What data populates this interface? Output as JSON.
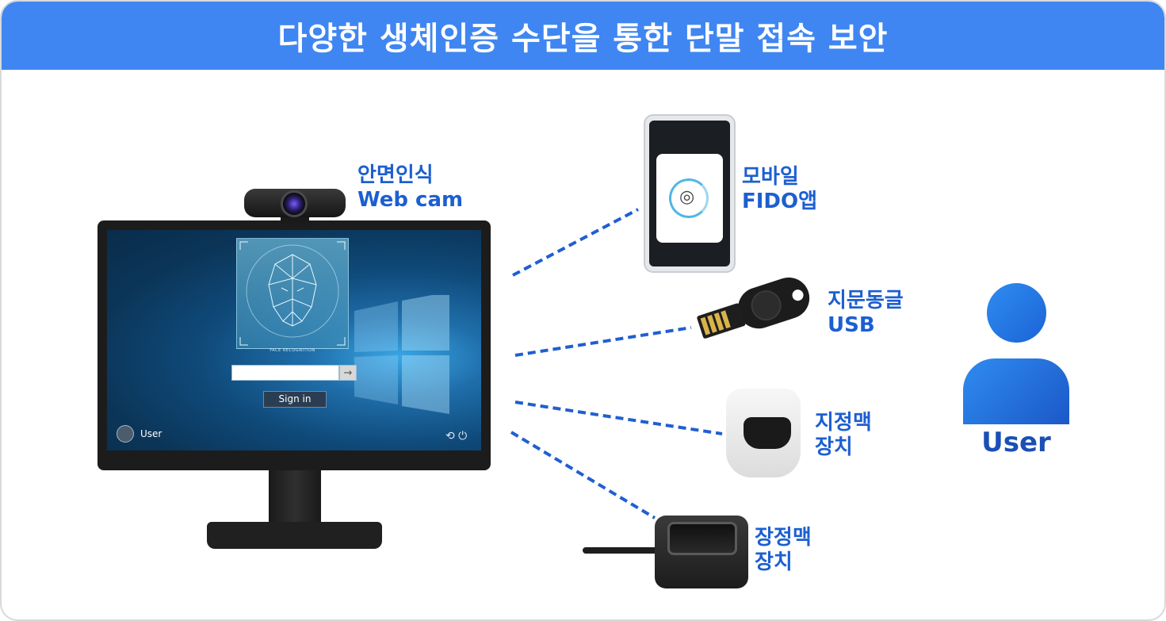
{
  "title": "다양한 생체인증 수단을 통한 단말 접속 보안",
  "webcam": {
    "line1": "안면인식",
    "line2": "Web cam"
  },
  "mobile": {
    "line1": "모바일",
    "line2": "FIDO앱"
  },
  "fingerprint_usb": {
    "line1": "지문동글",
    "line2": "USB"
  },
  "finger_vein": {
    "line1": "지정맥",
    "line2": "장치"
  },
  "palm_vein": {
    "line1": "장정맥",
    "line2": "장치"
  },
  "user": {
    "label": "User"
  },
  "login_screen": {
    "face_caption": "FACE RECOGNITION",
    "signin_label": "Sign in",
    "user_name": "User",
    "submit_arrow": "→",
    "power_glyphs": "⟲ ⏻"
  },
  "colors": {
    "header": "#3f86f2",
    "label": "#1c5fd0",
    "connector": "#1f5fd1",
    "user_icon": "#2f8cf0"
  },
  "icons": [
    "webcam-icon",
    "monitor-icon",
    "phone-icon",
    "usb-dongle-icon",
    "finger-vein-scanner-icon",
    "palm-vein-scanner-icon",
    "user-icon",
    "fingerprint-icon",
    "windows-logo-icon",
    "power-icon"
  ]
}
